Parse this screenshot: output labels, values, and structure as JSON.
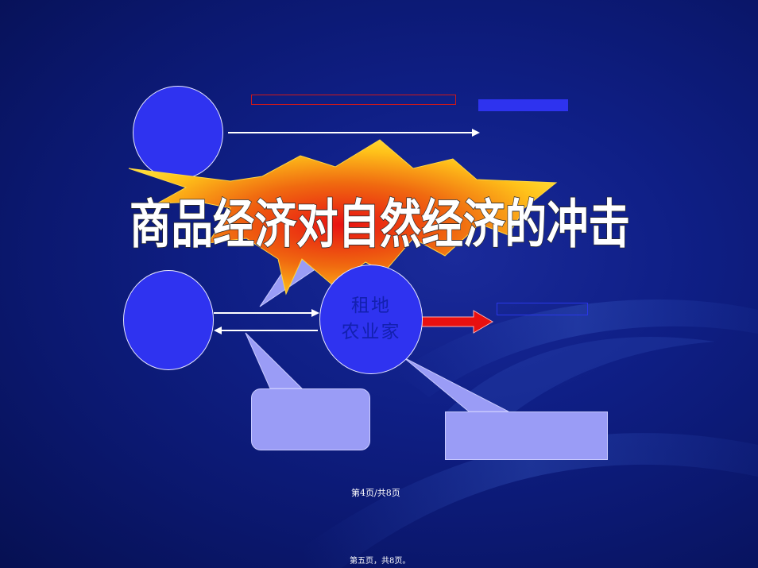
{
  "slide": {
    "title": "商品经济对自然经济的冲击",
    "circle_top_label": "",
    "circle_bottom_left_label": "",
    "circle_center_line1": "租地",
    "circle_center_line2": "农业家",
    "box_top_red_label": "",
    "box_top_blue_label": "",
    "box_mid_right_label": "",
    "callout_left_label": "",
    "callout_right_label": ""
  },
  "footer": {
    "page_indicator": "第4页/共8页",
    "bottom_note": "第五页，共8页。"
  },
  "colors": {
    "background": "#0f1f86",
    "circle_fill": "#2f33f0",
    "callout_fill": "#9a9cf6",
    "arrow_white": "#ffffff",
    "arrow_red": "#e81010",
    "burst_outer": "#ffd21a",
    "burst_inner": "#e81212"
  }
}
